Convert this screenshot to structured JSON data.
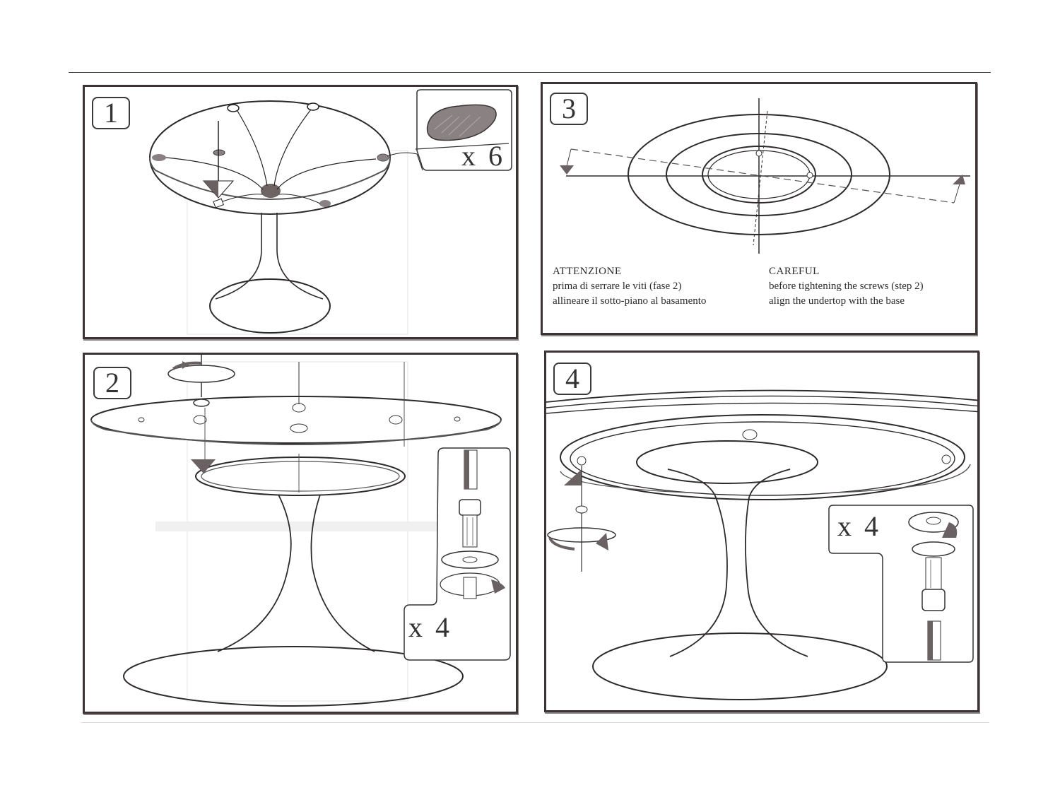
{
  "document": {
    "type": "assembly-instructions",
    "subject": "pedestal table (tulip style)"
  },
  "panels": [
    {
      "step": "1",
      "description": "Apply adhesive pads to underside of tabletop",
      "part_callout": {
        "icon": "felt-pad-icon",
        "quantity": "x 6"
      }
    },
    {
      "step": "2",
      "description": "Attach undertop ring to tabletop with screws",
      "part_callout": {
        "icon": "screw-washer-icon",
        "quantity": "x 4"
      }
    },
    {
      "step": "3",
      "description": "Align undertop with the base (top view)",
      "notes": {
        "italian": {
          "heading": "ATTENZIONE",
          "line1": "prima di serrare le viti (fase 2)",
          "line2": "allineare il sotto-piano al basamento"
        },
        "english": {
          "heading": "CAREFUL",
          "line1": "before tightening the screws (step 2)",
          "line2": "align the undertop with the base"
        }
      }
    },
    {
      "step": "4",
      "description": "Fix base to undertop with screws",
      "part_callout": {
        "icon": "screw-washer-icon",
        "quantity": "x 4"
      }
    }
  ],
  "colors": {
    "line": "#2e2a2a",
    "frame": "#3c3434",
    "pad_fill": "#7a7070",
    "arrow_fill": "#6a6262"
  }
}
